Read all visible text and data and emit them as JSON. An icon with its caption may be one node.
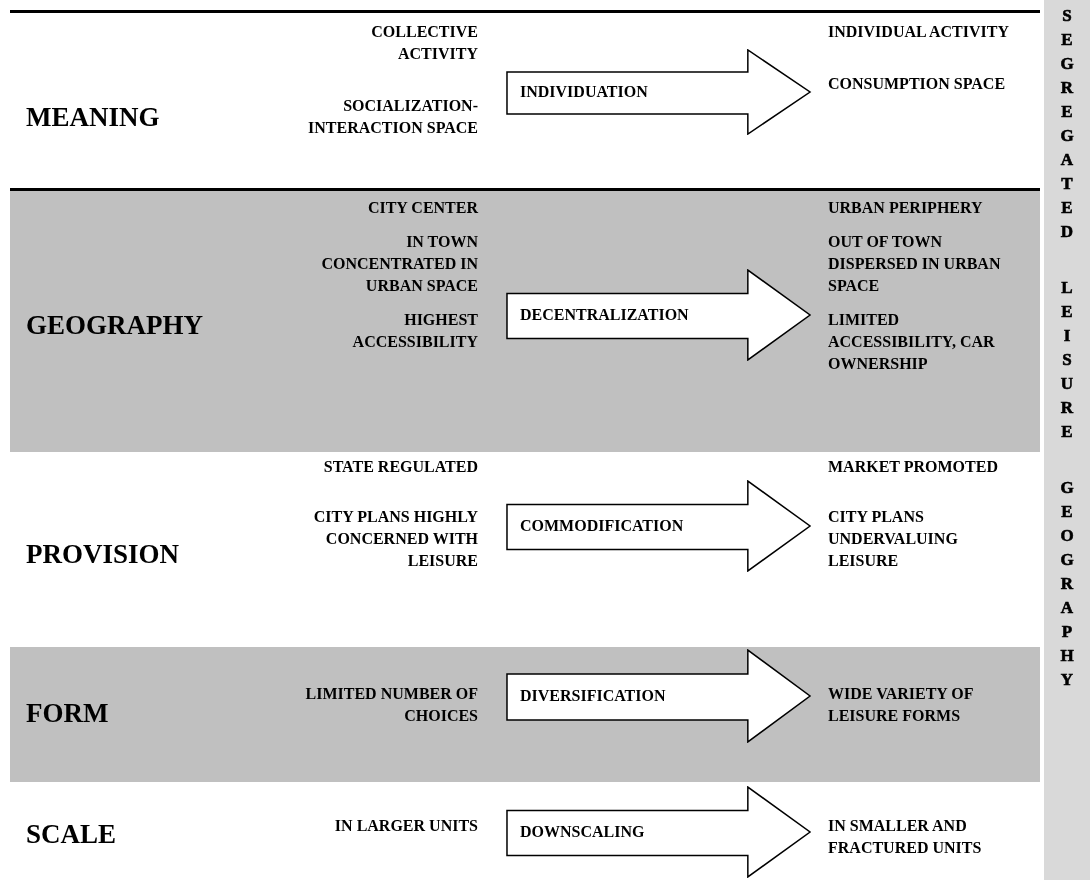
{
  "diagram": {
    "nodes": [
      {
        "text": [
          "MEANING",
          "COLLECTIVE ACTIVITY",
          "SOCIALIZATION-INTERACTION SPACE",
          "INDIVIDUAL ACTIVITY",
          "CONSUMPTION SPACE"
        ]
      },
      {
        "text": [
          "INDIVIDUATION"
        ],
        "in": 0
      },
      {
        "text": [
          "GEOGRAPHY",
          "CITY CENTER",
          "IN TOWN CONCENTRATED IN URBAN SPACE",
          "HIGHEST ACCESSIBILITY",
          "URBAN PERIPHERY",
          "OUT OF TOWN DISPERSED IN URBAN SPACE",
          "LIMITED ACCESSIBILITY, CAR OWNERSHIP"
        ]
      },
      {
        "text": [
          "DECENTRALIZATION"
        ],
        "in": 2
      },
      {
        "text": [
          "PROVISION",
          "STATE REGULATED",
          "CITY PLANS HIGHLY CONCERNED WITH LEISURE",
          "MARKET PROMOTED",
          "CITY PLANS UNDERVALUING LEISURE"
        ]
      },
      {
        "text": [
          "COMMODIFICATION"
        ],
        "in": 4
      },
      {
        "text": [
          "FORM",
          "LIMITED NUMBER OF CHOICES",
          "WIDE VARIETY OF LEISURE FORMS"
        ]
      },
      {
        "text": [
          "DIVERSIFICATION"
        ],
        "in": 6
      },
      {
        "text": [
          "SCALE",
          "IN LARGER UNITS",
          "IN SMALLER AND FRACTURED UNITS"
        ]
      },
      {
        "text": [
          "DOWNSCALING"
        ],
        "in": 8
      },
      {
        "text": [
          "SEGREGATED",
          "LEISURE",
          "GEOGRAPHY"
        ]
      }
    ]
  }
}
